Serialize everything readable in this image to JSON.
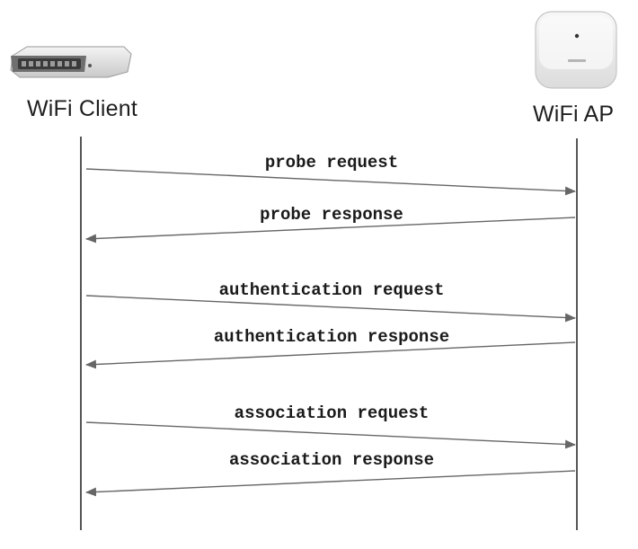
{
  "actors": {
    "client": {
      "label": "WiFi Client",
      "icon": "router-device-icon"
    },
    "ap": {
      "label": "WiFi AP",
      "icon": "access-point-icon"
    }
  },
  "messages": [
    {
      "label": "probe request",
      "direction": "client-to-ap"
    },
    {
      "label": "probe response",
      "direction": "ap-to-client"
    },
    {
      "label": "authentication request",
      "direction": "client-to-ap"
    },
    {
      "label": "authentication response",
      "direction": "ap-to-client"
    },
    {
      "label": "association request",
      "direction": "client-to-ap"
    },
    {
      "label": "association response",
      "direction": "ap-to-client"
    }
  ],
  "colors": {
    "lifeline": "#555555",
    "arrow": "#666666",
    "text": "#1a1a1a"
  }
}
